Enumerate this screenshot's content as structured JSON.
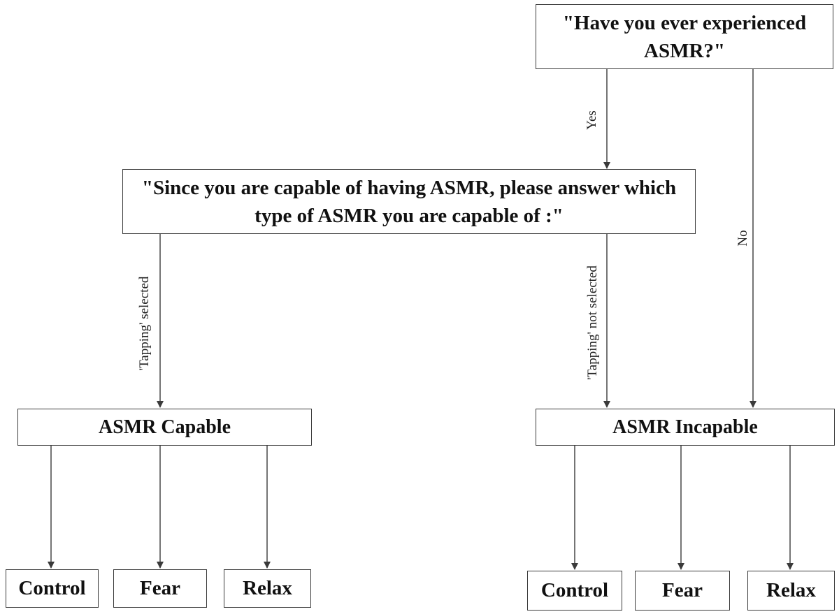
{
  "nodes": {
    "q1": "\"Have you ever experienced ASMR?\"",
    "q2": "\"Since you are capable of having ASMR, please answer which type of ASMR you are capable of :\"",
    "capable": "ASMR Capable",
    "incapable": "ASMR Incapable",
    "capable_control": "Control",
    "capable_fear": "Fear",
    "capable_relax": "Relax",
    "incapable_control": "Control",
    "incapable_fear": "Fear",
    "incapable_relax": "Relax"
  },
  "edges": {
    "yes": "Yes",
    "no": "No",
    "tapping_selected": "'Tapping' selected",
    "tapping_not_selected": "'Tapping' not selected"
  },
  "colors": {
    "line": "#3a3a3a",
    "text": "#111111"
  }
}
